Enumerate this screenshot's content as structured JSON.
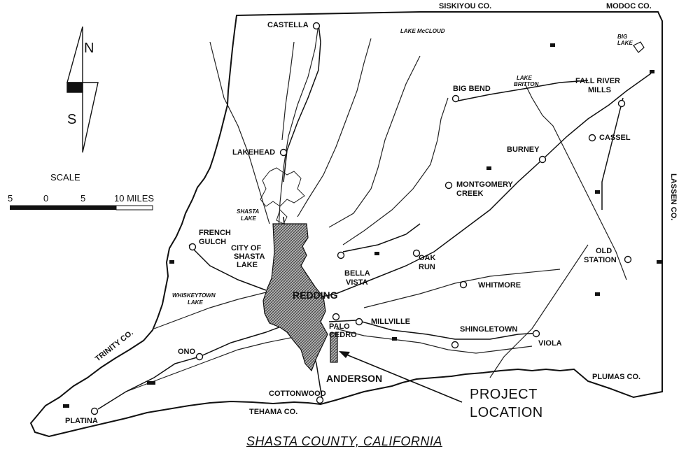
{
  "title": "SHASTA COUNTY, CALIFORNIA",
  "north_arrow": {
    "n_label": "N",
    "s_label": "S"
  },
  "scale": {
    "title": "SCALE",
    "ticks": [
      "5",
      "0",
      "5",
      "10 MILES"
    ]
  },
  "callout": {
    "line1": "PROJECT",
    "line2": "LOCATION"
  },
  "neighbors": {
    "siskiyou": "SISKIYOU CO.",
    "modoc": "MODOC CO.",
    "lassen": "LASSEN CO.",
    "plumas": "PLUMAS CO.",
    "tehama": "TEHAMA CO.",
    "trinity": "TRINITY CO."
  },
  "lakes": {
    "mccloud": "LAKE McCLOUD",
    "big_lake_1": "BIG",
    "big_lake_2": "LAKE",
    "britton_1": "LAKE",
    "britton_2": "BRITTON",
    "shasta_1": "SHASTA",
    "shasta_2": "LAKE",
    "whiskeytown_1": "WHISKEYTOWN",
    "whiskeytown_2": "LAKE"
  },
  "places": {
    "castella": "CASTELLA",
    "big_bend": "BIG BEND",
    "fall_river_1": "FALL RIVER",
    "fall_river_2": "MILLS",
    "cassel": "CASSEL",
    "burney": "BURNEY",
    "lakehead": "LAKEHEAD",
    "montgomery_1": "MONTGOMERY",
    "montgomery_2": "CREEK",
    "french_gulch_1": "FRENCH",
    "french_gulch_2": "GULCH",
    "shasta_lake_city_1": "CITY OF",
    "shasta_lake_city_2": "SHASTA",
    "shasta_lake_city_3": "LAKE",
    "oak_run_1": "OAK",
    "oak_run_2": "RUN",
    "old_station_1": "OLD",
    "old_station_2": "STATION",
    "bella_vista_1": "BELLA",
    "bella_vista_2": "VISTA",
    "redding": "REDDING",
    "whitmore": "WHITMORE",
    "palo_cedro_1": "PALO",
    "palo_cedro_2": "CEDRO",
    "millville": "MILLVILLE",
    "shingletown": "SHINGLETOWN",
    "viola": "VIOLA",
    "ono": "ONO",
    "anderson": "ANDERSON",
    "cottonwood": "COTTONWOOD",
    "platina": "PLATINA"
  }
}
